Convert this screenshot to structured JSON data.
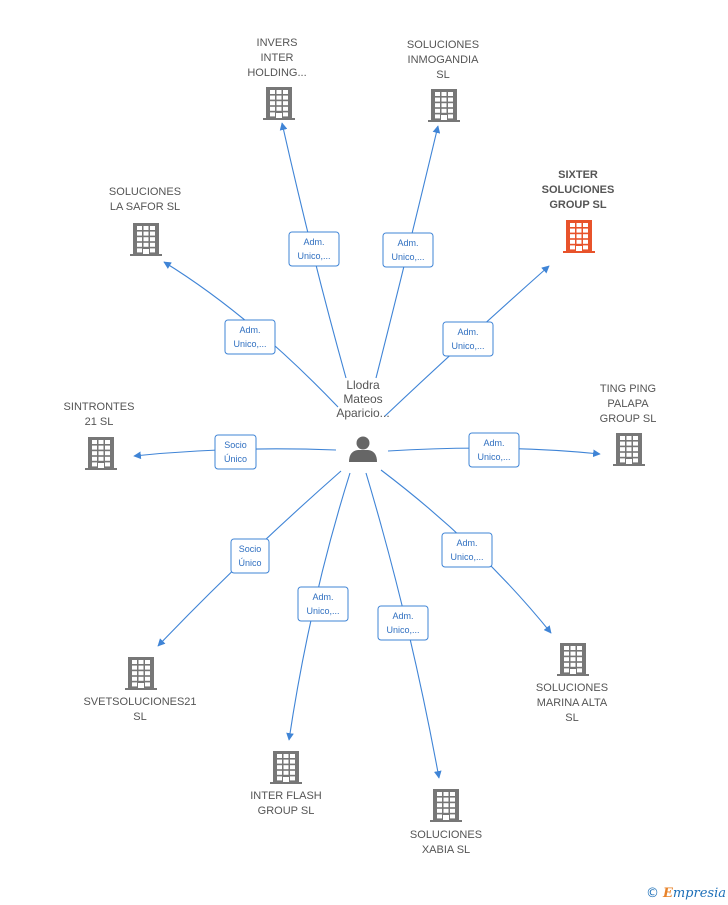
{
  "center": {
    "name_lines": [
      "Llodra",
      "Mateos",
      "Aparicio..."
    ],
    "icon": "person-icon"
  },
  "nodes": [
    {
      "id": "invers",
      "lines": [
        "INVERS",
        "INTER",
        "HOLDING..."
      ],
      "highlight": false
    },
    {
      "id": "inmogandia",
      "lines": [
        "SOLUCIONES",
        "INMOGANDIA",
        "SL"
      ],
      "highlight": false
    },
    {
      "id": "sixter",
      "lines": [
        "SIXTER",
        "SOLUCIONES",
        "GROUP  SL"
      ],
      "highlight": true
    },
    {
      "id": "la-safor",
      "lines": [
        "SOLUCIONES",
        "LA SAFOR  SL"
      ],
      "highlight": false
    },
    {
      "id": "sintrontes",
      "lines": [
        "SINTRONTES",
        "21  SL"
      ],
      "highlight": false
    },
    {
      "id": "ting-ping",
      "lines": [
        "TING PING",
        "PALAPA",
        "GROUP  SL"
      ],
      "highlight": false
    },
    {
      "id": "svet",
      "lines": [
        "SVETSOLUCIONES21",
        "SL"
      ],
      "highlight": false
    },
    {
      "id": "marina-alta",
      "lines": [
        "SOLUCIONES",
        "MARINA ALTA",
        "SL"
      ],
      "highlight": false
    },
    {
      "id": "inter-flash",
      "lines": [
        "INTER FLASH",
        "GROUP  SL"
      ],
      "highlight": false
    },
    {
      "id": "xabia",
      "lines": [
        "SOLUCIONES",
        "XABIA  SL"
      ],
      "highlight": false
    }
  ],
  "edges": [
    {
      "to": "invers",
      "label_lines": [
        "Adm.",
        "Unico,..."
      ]
    },
    {
      "to": "inmogandia",
      "label_lines": [
        "Adm.",
        "Unico,..."
      ]
    },
    {
      "to": "sixter",
      "label_lines": [
        "Adm.",
        "Unico,..."
      ]
    },
    {
      "to": "la-safor",
      "label_lines": [
        "Adm.",
        "Unico,..."
      ]
    },
    {
      "to": "sintrontes",
      "label_lines": [
        "Socio",
        "Único"
      ]
    },
    {
      "to": "ting-ping",
      "label_lines": [
        "Adm.",
        "Unico,..."
      ]
    },
    {
      "to": "svet",
      "label_lines": [
        "Socio",
        "Único"
      ]
    },
    {
      "to": "inter-flash",
      "label_lines": [
        "Adm.",
        "Unico,..."
      ]
    },
    {
      "to": "xabia",
      "label_lines": [
        "Adm.",
        "Unico,..."
      ]
    },
    {
      "to": "marina-alta",
      "label_lines": [
        "Adm.",
        "Unico,..."
      ]
    }
  ],
  "colors": {
    "edge": "#3f84d6",
    "building": "#777777",
    "building_highlight": "#e8532b",
    "person": "#666666"
  },
  "credit": {
    "copyright": "©",
    "brand_first": "E",
    "brand_rest": "mpresia"
  }
}
